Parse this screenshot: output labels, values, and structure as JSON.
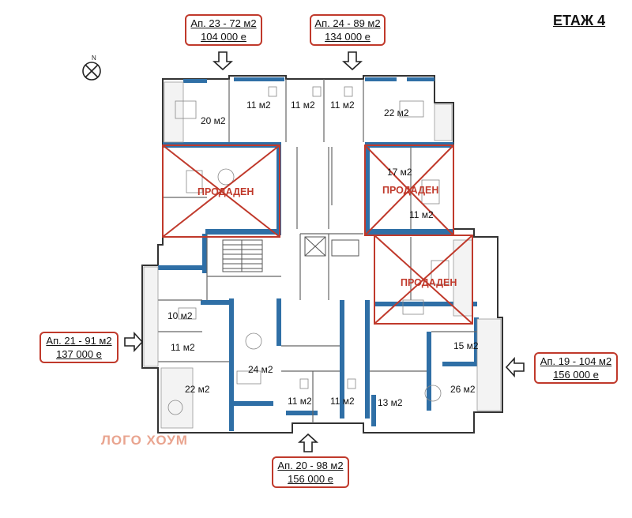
{
  "floor": {
    "title": "ЕТАЖ 4"
  },
  "apartments": [
    {
      "id": "ap23",
      "line1": "Ап. 23 - 72 м2",
      "line2": "104 000 е"
    },
    {
      "id": "ap24",
      "line1": "Ап. 24 - 89 м2",
      "line2": "134 000 е"
    },
    {
      "id": "ap21",
      "line1": "Ап. 21 - 91 м2",
      "line2": "137 000 е"
    },
    {
      "id": "ap19",
      "line1": "Ап. 19 - 104 м2",
      "line2": "156 000 е"
    },
    {
      "id": "ap20",
      "line1": "Ап. 20 - 98 м2",
      "line2": "156 000 е"
    }
  ],
  "sold_label": "ПРОДАДЕН",
  "rooms": [
    "20 м2",
    "11 м2",
    "11 м2",
    "11 м2",
    "22 м2",
    "17 м2",
    "11 м2",
    "10 м2",
    "11 м2",
    "24 м2",
    "22 м2",
    "11 м2",
    "11 м2",
    "13 м2",
    "15 м2",
    "26 м2"
  ],
  "watermark": "ЛОГО ХОУМ",
  "compass": {
    "north": "N"
  }
}
